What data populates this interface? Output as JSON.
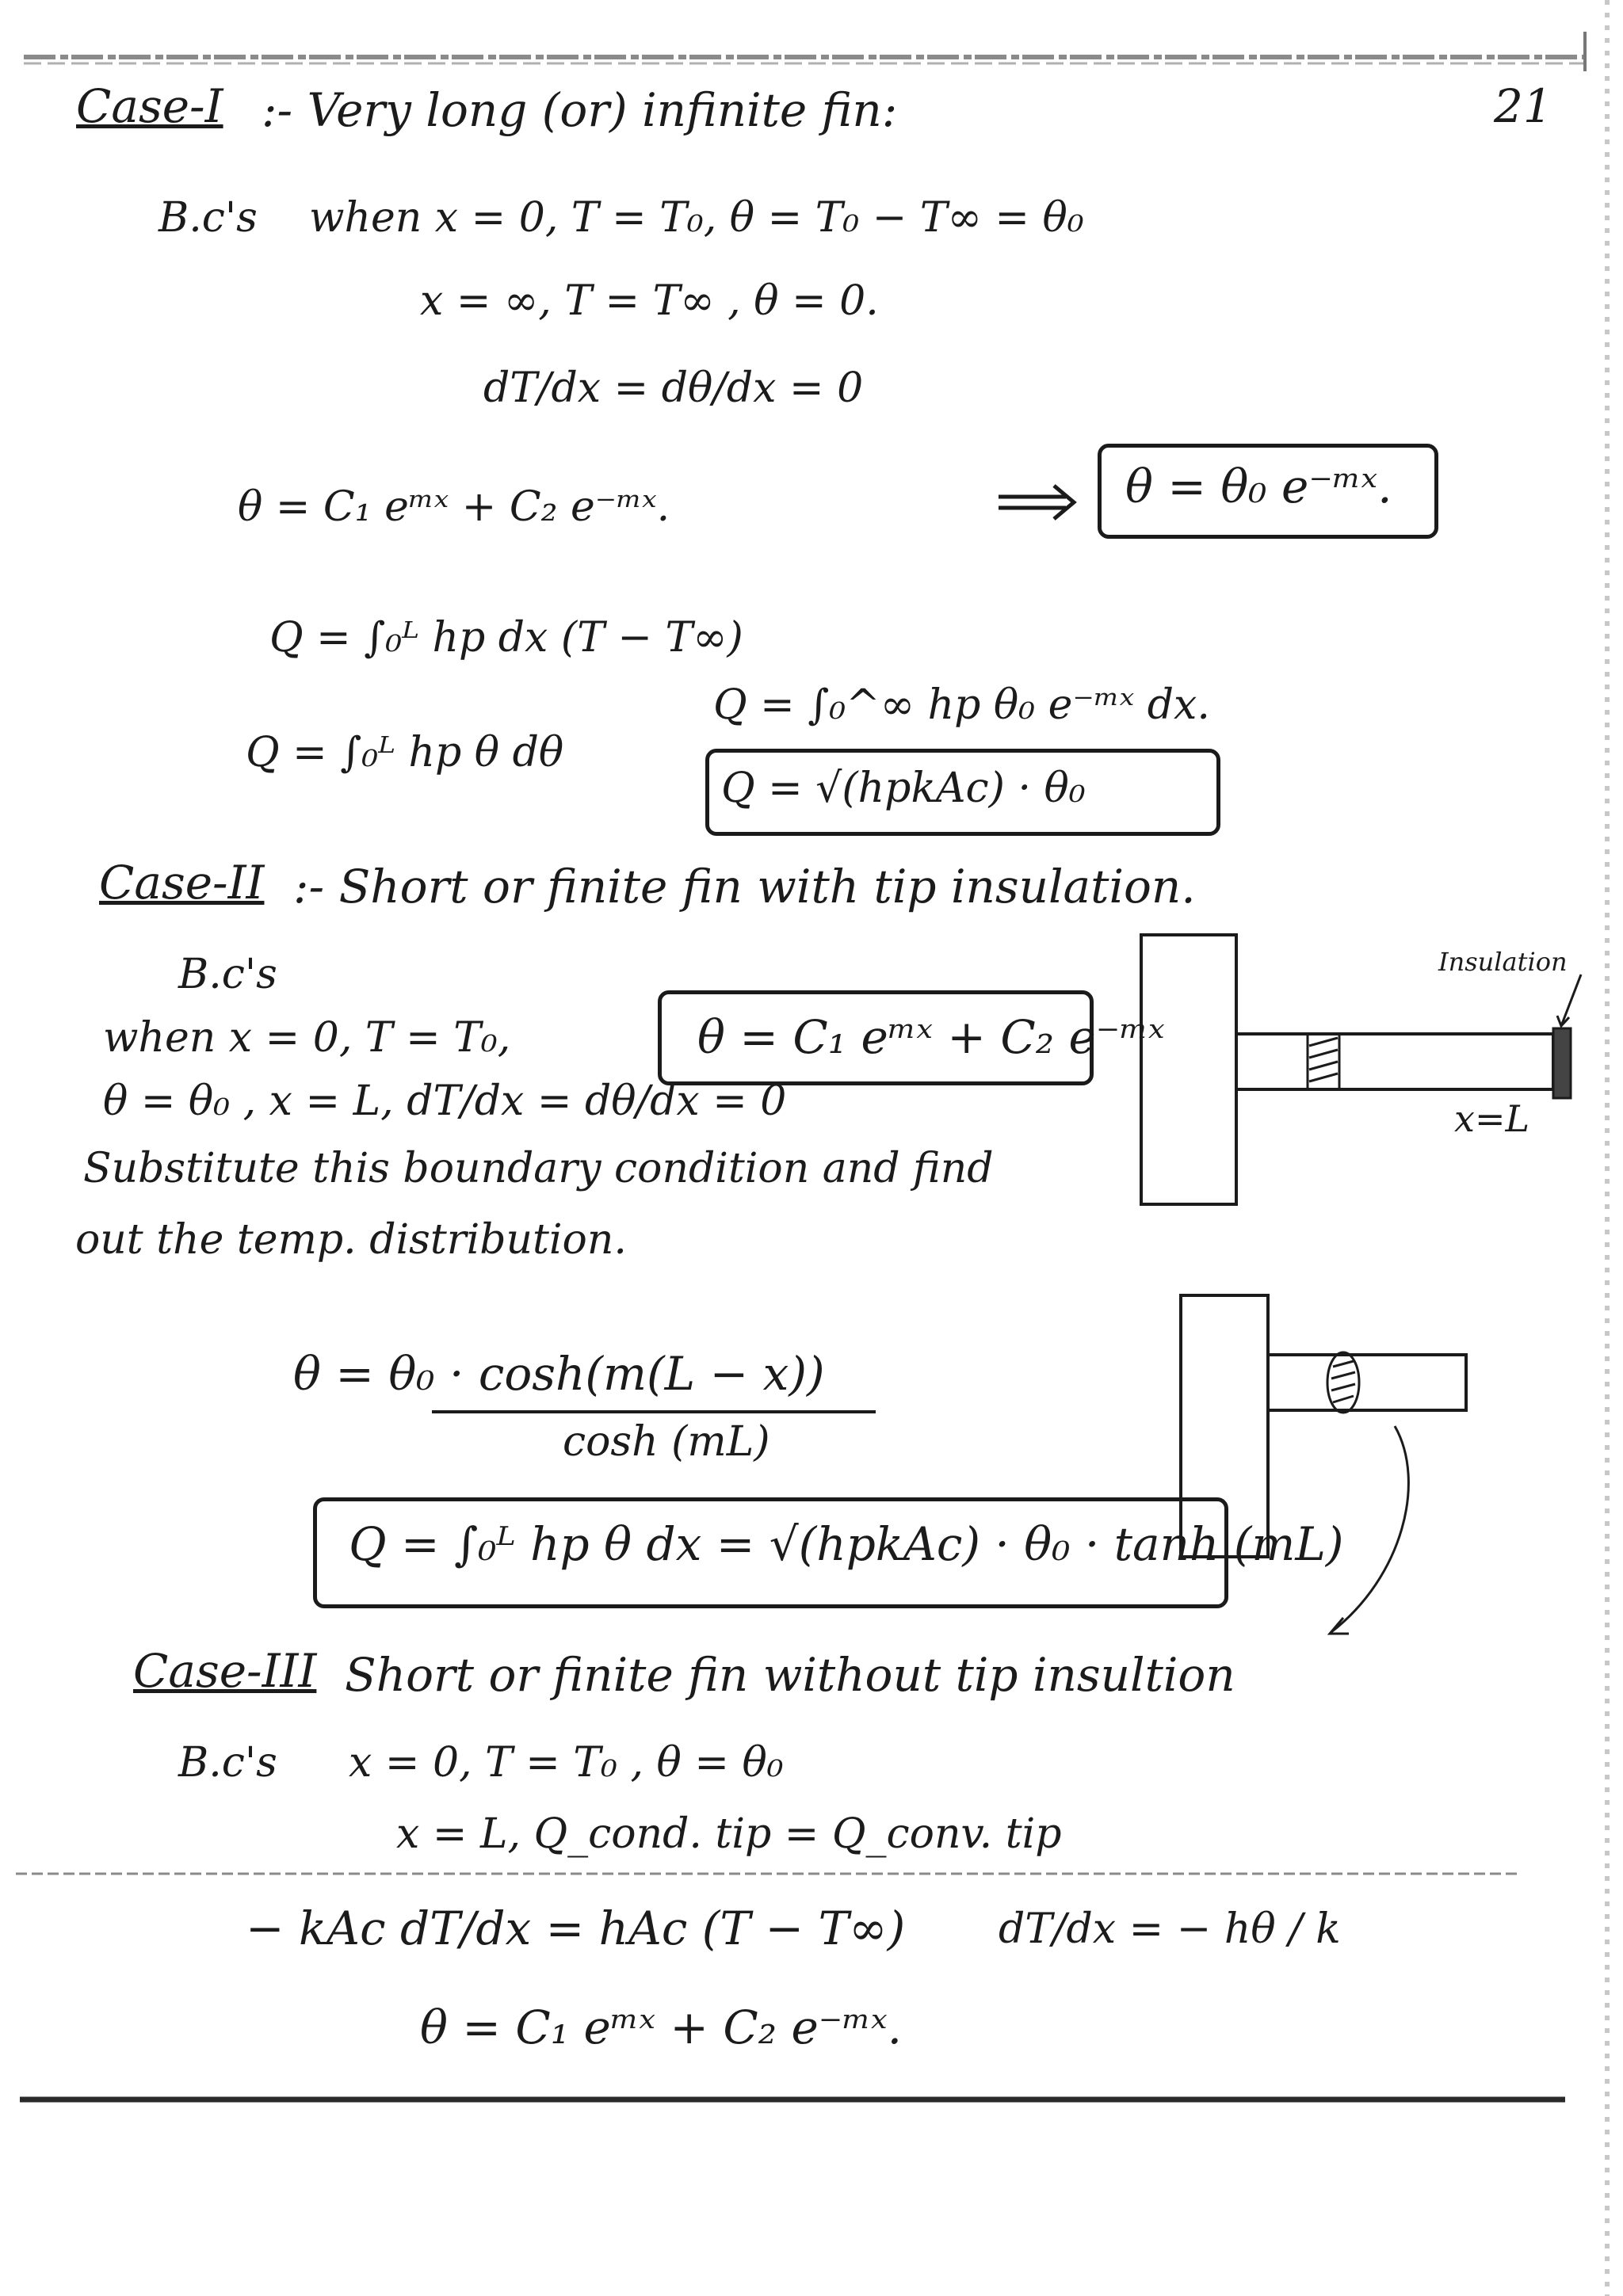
{
  "page_number": "21",
  "case1": {
    "heading": "Case-I",
    "heading_rest": ":- Very long (or) infinite fin:",
    "bc_label": "B.c's",
    "bc_line1": "when x = 0,  T = T₀,  θ = T₀ − T∞ = θ₀",
    "bc_line2": "x = ∞,  T = T∞ ,  θ = 0.",
    "bc_line3": "dT/dx = dθ/dx = 0",
    "general_solution": "θ = C₁ eᵐˣ + C₂ e⁻ᵐˣ.",
    "result": "θ = θ₀ e⁻ᵐˣ.",
    "q_eq1": "Q = ∫₀ᴸ hp dx (T − T∞)",
    "q_eq2": "Q = ∫₀^∞ hp θ₀ e⁻ᵐˣ dx.",
    "q_eq3": "Q = ∫₀ᴸ hp θ dθ",
    "q_result": "Q = √(hpkAc) · θ₀"
  },
  "case2": {
    "heading": "Case-II",
    "heading_rest": ":- Short or finite fin with tip insulation.",
    "bc_label": "B.c's",
    "bc_line1": "when x = 0, T = T₀,",
    "bc_line2": "θ = θ₀ , x = L, dT/dx = dθ/dx = 0",
    "general_solution": "θ = C₁ eᵐˣ + C₂ e⁻ᵐˣ",
    "instruction_line1": "Substitute this boundary condition and find",
    "instruction_line2": "out the temp. distribution.",
    "temp_dist_num": "θ = θ₀ · cosh(m(L − x))",
    "temp_dist_den": "cosh (mL)",
    "q_result": "Q = ∫₀ᴸ hp θ dx = √(hpkAc) · θ₀ · tanh (mL)",
    "figure_label_insulation": "Insulation",
    "figure_label_x": "x=L"
  },
  "case3": {
    "heading": "Case-III",
    "heading_rest": "Short or finite fin without tip insultion",
    "bc_label": "B.c's",
    "bc_line1": "x = 0,  T = T₀ ,  θ = θ₀",
    "bc_line2": "x = L,  Q_cond. tip = Q_conv. tip",
    "bc_line3": "− kAc dT/dx = hAc (T − T∞)",
    "bc_line4": "dT/dx = − hθ / k",
    "general_solution": "θ = C₁ eᵐˣ + C₂ e⁻ᵐˣ."
  },
  "colors": {
    "ink": "#1b1b1b",
    "paper": "#ffffff",
    "scan": "#9a9a9a"
  }
}
